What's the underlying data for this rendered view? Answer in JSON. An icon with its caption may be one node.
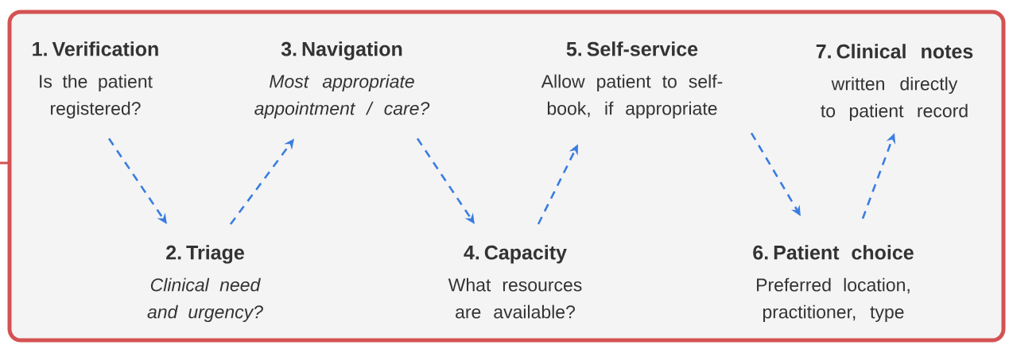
{
  "diagram": {
    "nodes": [
      {
        "text": [
          "1. Verification",
          "Is the patient registered?"
        ]
      },
      {
        "text": [
          "2. Triage",
          "Clinical need and urgency?"
        ]
      },
      {
        "text": [
          "3. Navigation",
          "Most appropriate appointment / care?"
        ]
      },
      {
        "text": [
          "4. Capacity",
          "What resources are available?"
        ]
      },
      {
        "text": [
          "5. Self-service",
          "Allow patient to self-book, if appropriate"
        ]
      },
      {
        "text": [
          "6. Patient choice",
          "Preferred location, practitioner, type"
        ]
      },
      {
        "text": [
          "7. Clinical notes",
          "written directly to patient record"
        ]
      }
    ],
    "edges": [
      {
        "from": 0,
        "to": 1,
        "arrow": "to",
        "style": "dashed",
        "color": "#3b7de0"
      },
      {
        "from": 1,
        "to": 2,
        "arrow": "to",
        "style": "dashed",
        "color": "#3b7de0"
      },
      {
        "from": 2,
        "to": 3,
        "arrow": "to",
        "style": "dashed",
        "color": "#3b7de0"
      },
      {
        "from": 3,
        "to": 4,
        "arrow": "to",
        "style": "dashed",
        "color": "#3b7de0"
      },
      {
        "from": 4,
        "to": 5,
        "arrow": "to",
        "style": "dashed",
        "color": "#3b7de0"
      },
      {
        "from": 5,
        "to": 6,
        "arrow": "to",
        "style": "dashed",
        "color": "#3b7de0"
      }
    ]
  }
}
